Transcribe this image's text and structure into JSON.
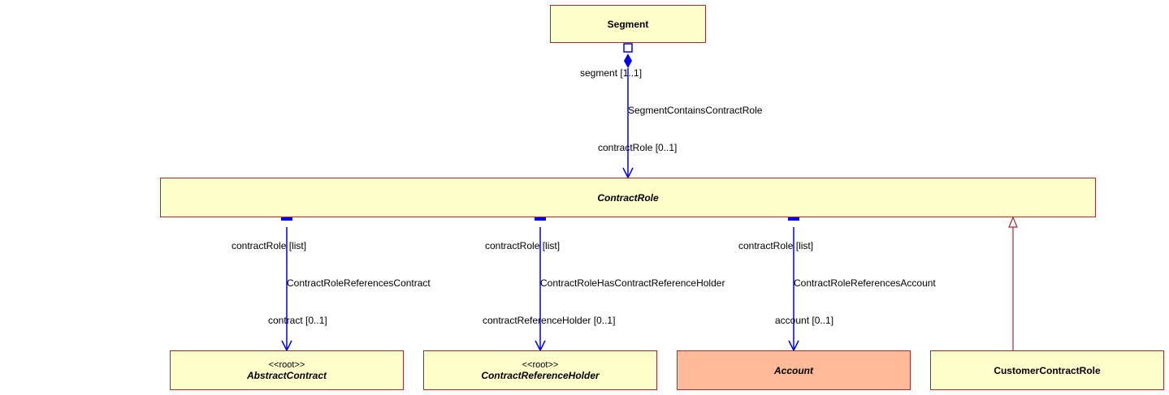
{
  "classes": {
    "segment": {
      "name": "Segment"
    },
    "contract_role": {
      "name": "ContractRole"
    },
    "abstract_contract": {
      "stereotype": "<<root>>",
      "name": "AbstractContract"
    },
    "contract_reference_holder": {
      "stereotype": "<<root>>",
      "name": "ContractReferenceHolder"
    },
    "account": {
      "name": "Account"
    },
    "customer_contract_role": {
      "name": "CustomerContractRole"
    }
  },
  "associations": {
    "segment_contains": {
      "source_role": "segment [1..1]",
      "name": "SegmentContainsContractRole",
      "target_role": "contractRole [0..1]"
    },
    "references_contract": {
      "source_role": "contractRole [list]",
      "name": "ContractRoleReferencesContract",
      "target_role": "contract [0..1]"
    },
    "has_reference_holder": {
      "source_role": "contractRole [list]",
      "name": "ContractRoleHasContractReferenceHolder",
      "target_role": "contractReferenceHolder [0..1]"
    },
    "references_account": {
      "source_role": "contractRole [list]",
      "name": "ContractRoleReferencesAccount",
      "target_role": "account [0..1]"
    }
  },
  "colors": {
    "class_fill": "#ffffcc",
    "account_fill": "#ffbb99",
    "class_border": "#a52a2a",
    "association_line": "#0000ee",
    "generalization_line": "#a52a2a"
  }
}
